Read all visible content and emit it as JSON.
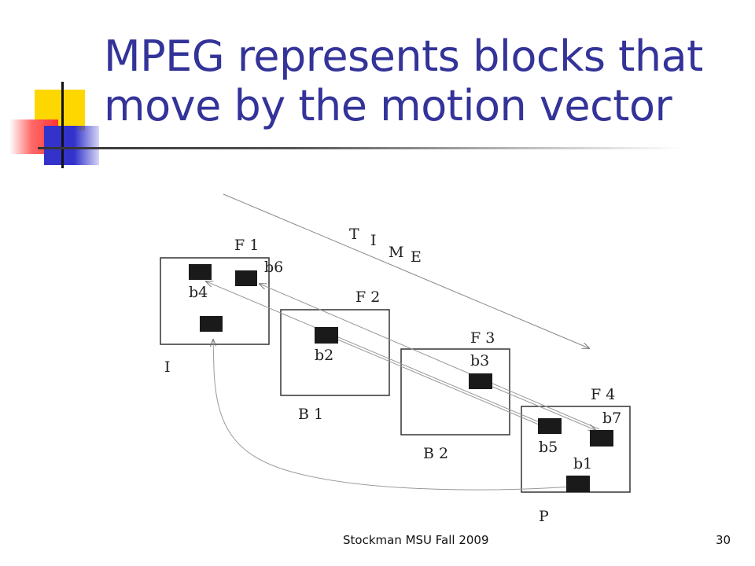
{
  "slide": {
    "title": "MPEG represents blocks that move by the motion vector",
    "footer": "Stockman MSU Fall 2009",
    "page_number": "30",
    "title_color": "#333399"
  },
  "diagram": {
    "time_letters": [
      "T",
      "I",
      "M",
      "E"
    ],
    "frames": [
      {
        "id": "F1",
        "label": "F 1",
        "type": "I"
      },
      {
        "id": "F2",
        "label": "F 2",
        "type": "B 1"
      },
      {
        "id": "F3",
        "label": "F 3",
        "type": "B 2"
      },
      {
        "id": "F4",
        "label": "F 4",
        "type": "P"
      }
    ],
    "blocks": [
      "b1",
      "b2",
      "b3",
      "b4",
      "b5",
      "b6",
      "b7"
    ]
  }
}
